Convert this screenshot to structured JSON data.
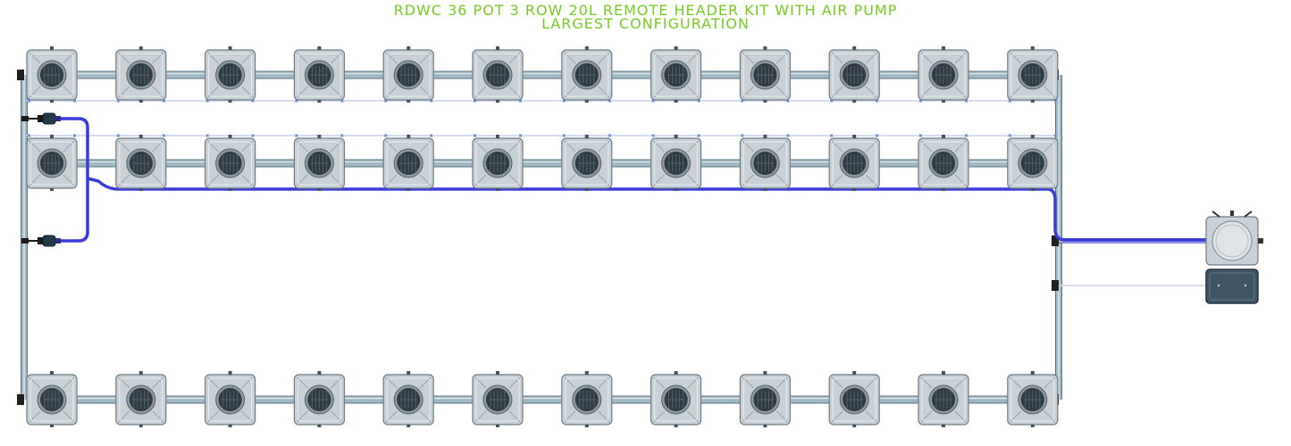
{
  "header": {
    "title_line1": "RDWC 36 POT 3 ROW 20L REMOTE HEADER KIT WITH AIR PUMP",
    "title_line2": "LARGEST CONFIGURATION"
  },
  "colors": {
    "title": "#77cc22",
    "pipe": "#9fb8c3",
    "pipe_edge": "#5e7580",
    "pot_body": "#c9d1d6",
    "pot_edge": "#6d7c86",
    "net_pot": "#2f3a42",
    "air_line": "#3b3bd9",
    "return_line": "#d8dcf0",
    "connector": "#1a1a1a",
    "pump_body": "#3f5566"
  },
  "layout_rows": {
    "pots_per_row": 12,
    "rows": 3
  }
}
